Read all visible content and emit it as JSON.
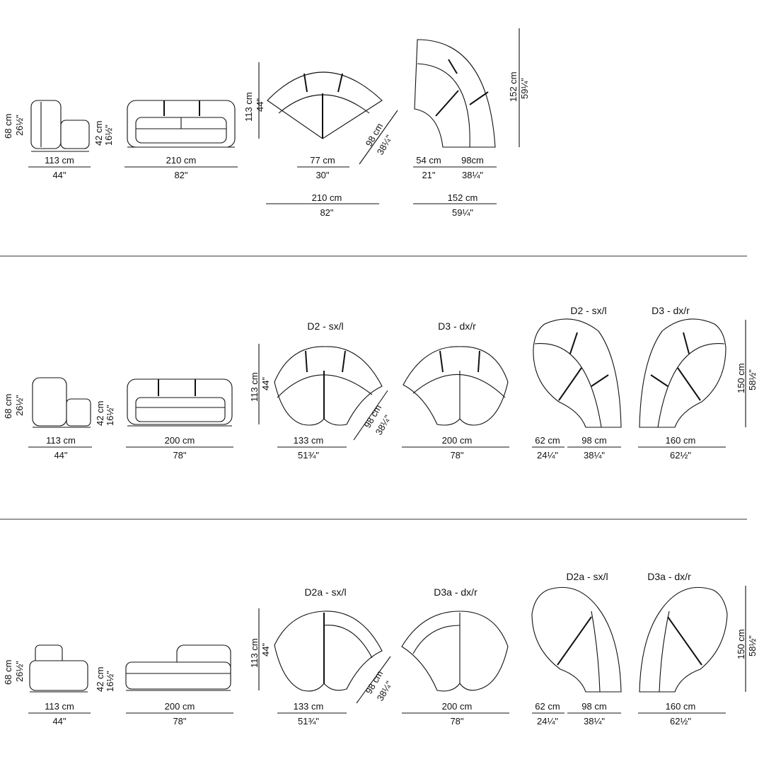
{
  "row1": {
    "side": {
      "h_cm": "68 cm",
      "h_in": "26½\"",
      "seat_cm": "42 cm",
      "seat_in": "16½\"",
      "d_cm": "113 cm",
      "d_in": "44\""
    },
    "front": {
      "w_cm": "210 cm",
      "w_in": "82\""
    },
    "curve": {
      "d_cm": "113 cm",
      "d_in": "44\"",
      "inner_cm": "77 cm",
      "inner_in": "30\"",
      "side_cm": "98 cm",
      "side_in": "38¼\"",
      "w_cm": "210 cm",
      "w_in": "82\""
    },
    "corner": {
      "h_cm": "152 cm",
      "h_in": "59¼\"",
      "a_cm": "54 cm",
      "a_in": "21\"",
      "b_cm": "98cm",
      "b_in": "38¼\"",
      "w_cm": "152 cm",
      "w_in": "59¼\""
    }
  },
  "row2": {
    "side": {
      "h_cm": "68 cm",
      "h_in": "26½\"",
      "seat_cm": "42 cm",
      "seat_in": "16½\"",
      "d_cm": "113 cm",
      "d_in": "44\""
    },
    "front": {
      "w_cm": "200 cm",
      "w_in": "78\""
    },
    "d2": {
      "label": "D2 - sx/l",
      "d_cm": "113 cm",
      "d_in": "44\"",
      "side_cm": "98 cm",
      "side_in": "38¼\"",
      "w_cm": "133 cm",
      "w_in": "51¾\""
    },
    "d3": {
      "label": "D3 - dx/r",
      "w_cm": "200 cm",
      "w_in": "78\""
    },
    "d2c": {
      "label": "D2 - sx/l",
      "a_cm": "62 cm",
      "a_in": "24¼\"",
      "b_cm": "98 cm",
      "b_in": "38¼\""
    },
    "d3c": {
      "label": "D3 - dx/r",
      "w_cm": "160 cm",
      "w_in": "62½\"",
      "h_cm": "150 cm",
      "h_in": "58½\""
    }
  },
  "row3": {
    "side": {
      "h_cm": "68 cm",
      "h_in": "26½\"",
      "seat_cm": "42 cm",
      "seat_in": "16½\"",
      "d_cm": "113 cm",
      "d_in": "44\""
    },
    "front": {
      "w_cm": "200 cm",
      "w_in": "78\""
    },
    "d2a": {
      "label": "D2a - sx/l",
      "d_cm": "113 cm",
      "d_in": "44\"",
      "side_cm": "98 cm",
      "side_in": "38¼\"",
      "w_cm": "133 cm",
      "w_in": "51¾\""
    },
    "d3a": {
      "label": "D3a - dx/r",
      "w_cm": "200 cm",
      "w_in": "78\""
    },
    "d2ac": {
      "label": "D2a - sx/l",
      "a_cm": "62 cm",
      "a_in": "24¼\"",
      "b_cm": "98 cm",
      "b_in": "38¼\""
    },
    "d3ac": {
      "label": "D3a - dx/r",
      "w_cm": "160 cm",
      "w_in": "62½\"",
      "h_cm": "150 cm",
      "h_in": "58½\""
    }
  }
}
